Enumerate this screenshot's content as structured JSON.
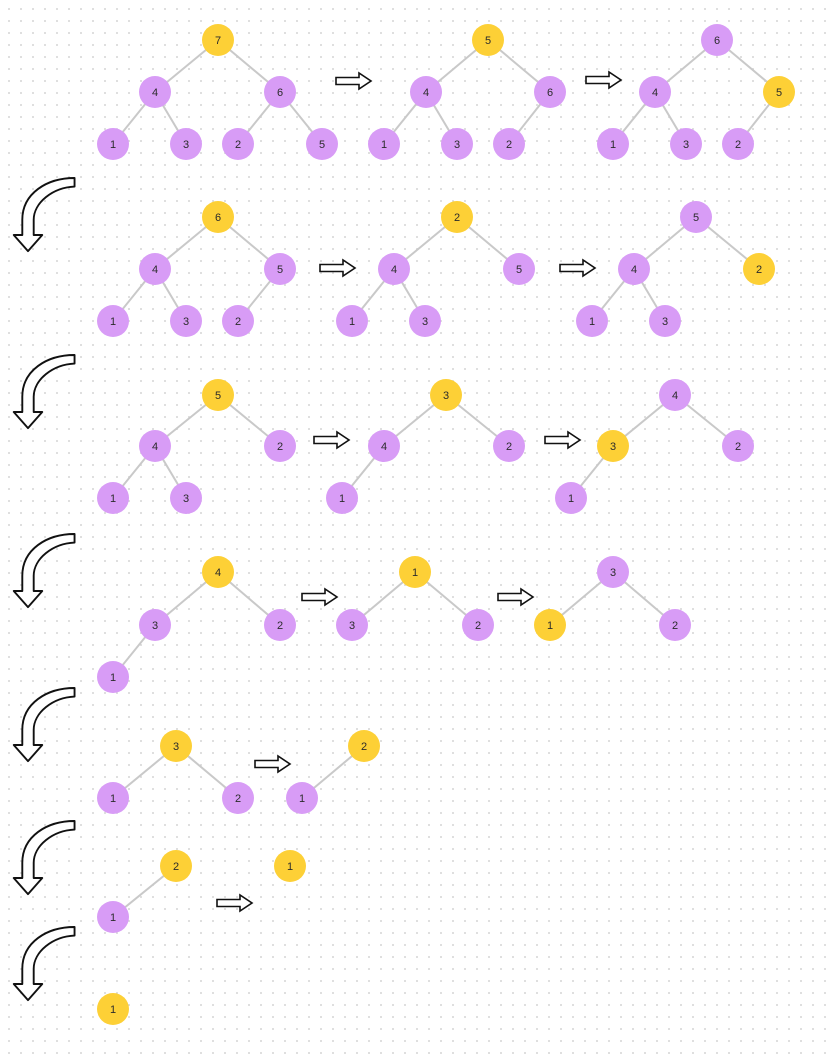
{
  "colors": {
    "heap_node": "#d89cf6",
    "highlight_node": "#fdd036",
    "edge": "#c9c9c9",
    "arrow_fill": "#ffffff",
    "arrow_stroke": "#111111",
    "background": "#ffffff"
  },
  "icons": {
    "step_arrow": "right-arrow-icon",
    "row_arrow": "curved-down-arrow-icon"
  },
  "rows": [
    {
      "trees": [
        {
          "nodes": [
            {
              "label": "7",
              "highlight": true
            },
            {
              "label": "4"
            },
            {
              "label": "6"
            },
            {
              "label": "1"
            },
            {
              "label": "3"
            },
            {
              "label": "2"
            },
            {
              "label": "5"
            }
          ]
        },
        {
          "nodes": [
            {
              "label": "5",
              "highlight": true
            },
            {
              "label": "4"
            },
            {
              "label": "6"
            },
            {
              "label": "1"
            },
            {
              "label": "3"
            },
            {
              "label": "2"
            }
          ]
        },
        {
          "nodes": [
            {
              "label": "6"
            },
            {
              "label": "4"
            },
            {
              "label": "5",
              "highlight": true
            },
            {
              "label": "1"
            },
            {
              "label": "3"
            },
            {
              "label": "2"
            }
          ]
        }
      ]
    },
    {
      "trees": [
        {
          "nodes": [
            {
              "label": "6",
              "highlight": true
            },
            {
              "label": "4"
            },
            {
              "label": "5"
            },
            {
              "label": "1"
            },
            {
              "label": "3"
            },
            {
              "label": "2"
            }
          ]
        },
        {
          "nodes": [
            {
              "label": "2",
              "highlight": true
            },
            {
              "label": "4"
            },
            {
              "label": "5"
            },
            {
              "label": "1"
            },
            {
              "label": "3"
            }
          ]
        },
        {
          "nodes": [
            {
              "label": "5"
            },
            {
              "label": "4"
            },
            {
              "label": "2",
              "highlight": true
            },
            {
              "label": "1"
            },
            {
              "label": "3"
            }
          ]
        }
      ]
    },
    {
      "trees": [
        {
          "nodes": [
            {
              "label": "5",
              "highlight": true
            },
            {
              "label": "4"
            },
            {
              "label": "2"
            },
            {
              "label": "1"
            },
            {
              "label": "3"
            }
          ]
        },
        {
          "nodes": [
            {
              "label": "3",
              "highlight": true
            },
            {
              "label": "4"
            },
            {
              "label": "2"
            },
            {
              "label": "1"
            }
          ]
        },
        {
          "nodes": [
            {
              "label": "4"
            },
            {
              "label": "3",
              "highlight": true
            },
            {
              "label": "2"
            },
            {
              "label": "1"
            }
          ]
        }
      ]
    },
    {
      "trees": [
        {
          "nodes": [
            {
              "label": "4",
              "highlight": true
            },
            {
              "label": "3"
            },
            {
              "label": "2"
            },
            {
              "label": "1"
            }
          ]
        },
        {
          "nodes": [
            {
              "label": "1",
              "highlight": true
            },
            {
              "label": "3"
            },
            {
              "label": "2"
            }
          ]
        },
        {
          "nodes": [
            {
              "label": "3"
            },
            {
              "label": "1",
              "highlight": true
            },
            {
              "label": "2"
            }
          ]
        }
      ]
    },
    {
      "trees": [
        {
          "nodes": [
            {
              "label": "3",
              "highlight": true
            },
            {
              "label": "1"
            },
            {
              "label": "2"
            }
          ]
        },
        {
          "nodes": [
            {
              "label": "2",
              "highlight": true
            },
            {
              "label": "1"
            }
          ]
        }
      ]
    },
    {
      "trees": [
        {
          "nodes": [
            {
              "label": "2",
              "highlight": true
            },
            {
              "label": "1"
            }
          ]
        },
        {
          "nodes": [
            {
              "label": "1",
              "highlight": true
            }
          ]
        }
      ]
    },
    {
      "trees": [
        {
          "nodes": [
            {
              "label": "1",
              "highlight": true
            }
          ]
        }
      ]
    }
  ]
}
